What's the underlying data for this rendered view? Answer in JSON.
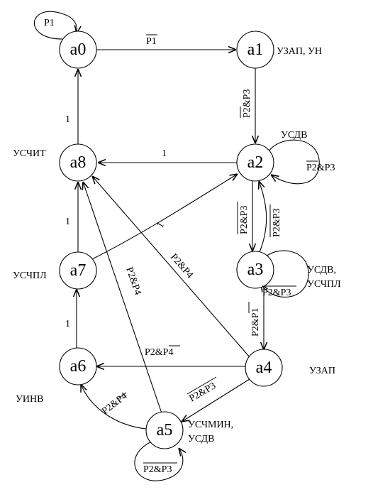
{
  "states": [
    {
      "id": "a0",
      "label": "a0"
    },
    {
      "id": "a1",
      "label": "a1",
      "outputs": "УЗАП, УН"
    },
    {
      "id": "a2",
      "label": "a2",
      "outputs": "УСДВ"
    },
    {
      "id": "a3",
      "label": "a3",
      "outputs": [
        "УСДВ,",
        "УСЧПЛ"
      ]
    },
    {
      "id": "a4",
      "label": "a4",
      "outputs": "УЗАП"
    },
    {
      "id": "a5",
      "label": "a5",
      "outputs": [
        "УСЧМИН,",
        "УСДВ"
      ]
    },
    {
      "id": "a6",
      "label": "a6",
      "outputs": "УИНВ"
    },
    {
      "id": "a7",
      "label": "a7",
      "outputs": "УСЧПЛ"
    },
    {
      "id": "a8",
      "label": "a8",
      "outputs": "УСЧИТ"
    }
  ],
  "transitions": [
    {
      "from": "a0",
      "to": "a0",
      "condition": "P1"
    },
    {
      "from": "a0",
      "to": "a1",
      "condition": "P1",
      "overline": "P1"
    },
    {
      "from": "a1",
      "to": "a2",
      "condition": "P2&P3",
      "overline": "P2"
    },
    {
      "from": "a2",
      "to": "a2",
      "condition": "P2&P3",
      "overline": "P2"
    },
    {
      "from": "a2",
      "to": "a8",
      "condition": "1"
    },
    {
      "from": "a2",
      "to": "a3",
      "condition": "P2&P3",
      "overline": "P2&P3"
    },
    {
      "from": "a3",
      "to": "a2",
      "condition": "P2&P3",
      "overline": "P2&P3"
    },
    {
      "from": "a3",
      "to": "a3",
      "condition": "P2&P3",
      "overline": "P2&P3"
    },
    {
      "from": "a3",
      "to": "a4",
      "condition": "P2&P1",
      "overline": "P1"
    },
    {
      "from": "a4",
      "to": "a8",
      "condition": "P2&P4"
    },
    {
      "from": "a4",
      "to": "a6",
      "condition": "P2&P4",
      "overline": "P4"
    },
    {
      "from": "a4",
      "to": "a5",
      "condition": "P2&P3",
      "overline": "P2&P3"
    },
    {
      "from": "a5",
      "to": "a5",
      "condition": "P2&P3",
      "overline": "P2&P3"
    },
    {
      "from": "a5",
      "to": "a8",
      "condition": "P2&P4"
    },
    {
      "from": "a5",
      "to": "a6",
      "condition": "P2&P4",
      "overline": "P4"
    },
    {
      "from": "a6",
      "to": "a7",
      "condition": "1"
    },
    {
      "from": "a7",
      "to": "a8",
      "condition": "1"
    },
    {
      "from": "a7",
      "to": "a2",
      "condition": "1"
    },
    {
      "from": "a8",
      "to": "a0",
      "condition": "1"
    }
  ]
}
